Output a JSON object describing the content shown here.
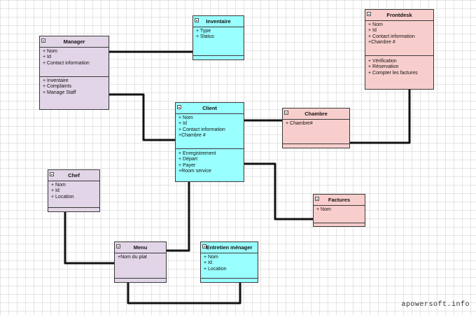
{
  "classes": {
    "manager": {
      "title": "Manager",
      "attributes": [
        "+ Nom",
        "+ Id",
        "+ Contact information"
      ],
      "methods": [
        "+ Inventaire",
        "+ Complaints",
        "+ Manage Staff"
      ]
    },
    "inventaire": {
      "title": "Inventaire",
      "attributes": [
        "+ Type",
        "+ Status"
      ],
      "methods": []
    },
    "frontdesk": {
      "title": "Frontdesk",
      "attributes": [
        "+ Nom",
        "+ Id",
        "+ Contact information",
        "+Chambre #"
      ],
      "methods": [
        "+ Vérification",
        "+ Réservation",
        "+ Compter les factures"
      ]
    },
    "client": {
      "title": "Client",
      "attributes": [
        "+ Nom",
        "+ Id",
        "+ Contact information",
        "+Chambre #"
      ],
      "methods": [
        "+ Enregistrement",
        "+ Départ",
        "+ Payer",
        "+Room service"
      ]
    },
    "chambre": {
      "title": "Chambre",
      "attributes": [
        "+ Chambre#"
      ],
      "methods": []
    },
    "chef": {
      "title": "Chef",
      "attributes": [
        "+ Nom",
        "+ Id",
        "+ Location"
      ],
      "methods": []
    },
    "factures": {
      "title": "Factures",
      "attributes": [
        "+ Nom"
      ],
      "methods": []
    },
    "menu": {
      "title": "Menu",
      "attributes": [
        "+Nom du plat"
      ],
      "methods": []
    },
    "entretien": {
      "title": "Entretien ménager",
      "attributes": [
        "+ Nom",
        "+ Id",
        "+ Location"
      ],
      "methods": []
    }
  },
  "watermark": "apowersoft.info",
  "colors": {
    "purple": "#e1d5e7",
    "cyan": "#99ffff",
    "pink": "#f8cecc",
    "line": "#111111"
  }
}
